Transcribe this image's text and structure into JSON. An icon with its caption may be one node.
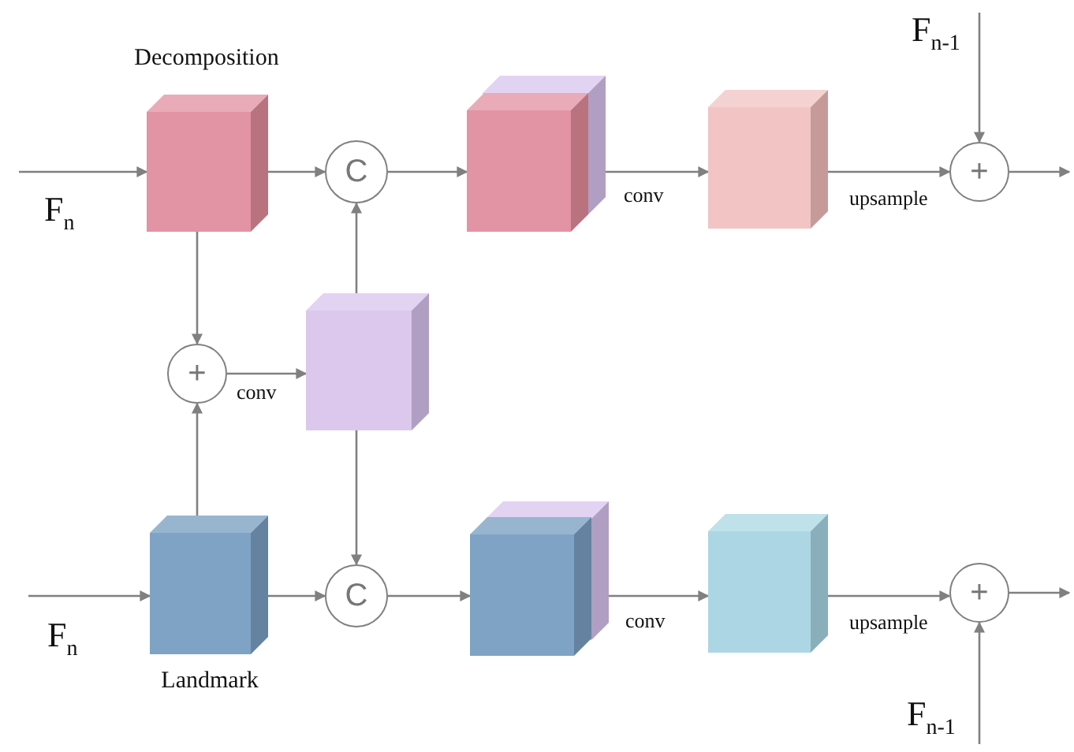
{
  "diagram": {
    "nodes": [
      {
        "text": [
          "Decomposition"
        ]
      },
      {
        "text": [
          "C"
        ]
      },
      {
        "text": [],
        "shape": "box"
      },
      {
        "text": [],
        "shape": "box"
      },
      {
        "text": [
          "+"
        ]
      },
      {
        "text": [
          "+"
        ]
      },
      {
        "text": [],
        "shape": "box"
      },
      {
        "text": [
          "Landmark"
        ]
      },
      {
        "text": [
          "C"
        ]
      },
      {
        "text": [],
        "shape": "box"
      },
      {
        "text": [],
        "shape": "box"
      },
      {
        "text": [
          "+"
        ]
      }
    ],
    "edges": [
      {
        "from": null,
        "to": 0,
        "arrow": "to"
      },
      {
        "from": 0,
        "to": 1,
        "arrow": "to"
      },
      {
        "from": 1,
        "to": 2,
        "arrow": "to"
      },
      {
        "from": 2,
        "to": 3,
        "label": "conv",
        "arrow": "to"
      },
      {
        "from": 3,
        "to": 4,
        "label": "upsample",
        "arrow": "to"
      },
      {
        "from": null,
        "to": 4,
        "arrow": "to"
      },
      {
        "from": 4,
        "to": null,
        "arrow": "to"
      },
      {
        "from": 0,
        "to": 5,
        "arrow": "to"
      },
      {
        "from": 7,
        "to": 5,
        "arrow": "to"
      },
      {
        "from": 5,
        "to": 6,
        "label": "conv",
        "arrow": "to"
      },
      {
        "from": 6,
        "to": 1,
        "arrow": "to"
      },
      {
        "from": 6,
        "to": 8,
        "arrow": "to"
      },
      {
        "from": null,
        "to": 7,
        "arrow": "to"
      },
      {
        "from": 7,
        "to": 8,
        "arrow": "to"
      },
      {
        "from": 8,
        "to": 9,
        "arrow": "to"
      },
      {
        "from": 9,
        "to": 10,
        "label": "conv",
        "arrow": "to"
      },
      {
        "from": 10,
        "to": 11,
        "label": "upsample",
        "arrow": "to"
      },
      {
        "from": null,
        "to": 11,
        "arrow": "to"
      },
      {
        "from": 11,
        "to": null,
        "arrow": "to"
      }
    ],
    "labels": [
      "F$_{n-1}$",
      "F$_{n}$",
      "F$_{n}$",
      "F$_{n-1}$"
    ]
  }
}
